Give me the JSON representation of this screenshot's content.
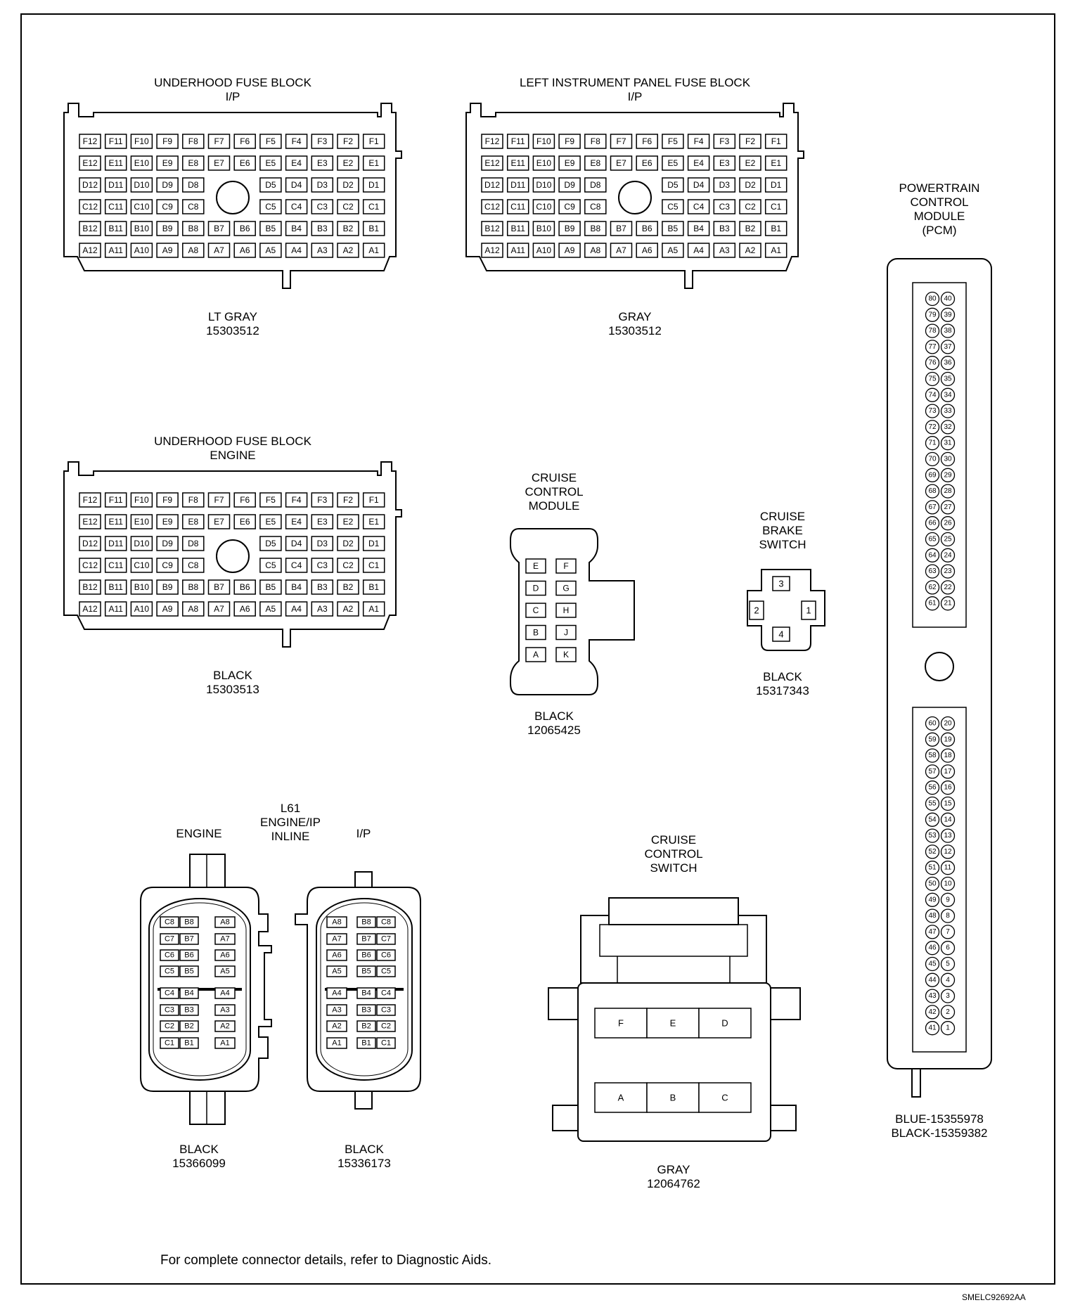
{
  "underhood_ip": {
    "title_1": "UNDERHOOD FUSE BLOCK",
    "title_2": "I/P",
    "color": "LT GRAY",
    "part": "15303512",
    "rows": [
      [
        "F12",
        "F11",
        "F10",
        "F9",
        "F8",
        "F7",
        "F6",
        "F5",
        "F4",
        "F3",
        "F2",
        "F1"
      ],
      [
        "E12",
        "E11",
        "E10",
        "E9",
        "E8",
        "E7",
        "E6",
        "E5",
        "E4",
        "E3",
        "E2",
        "E1"
      ],
      [
        "D12",
        "D11",
        "D10",
        "D9",
        "D8",
        "",
        "",
        "D5",
        "D4",
        "D3",
        "D2",
        "D1"
      ],
      [
        "C12",
        "C11",
        "C10",
        "C9",
        "C8",
        "",
        "",
        "C5",
        "C4",
        "C3",
        "C2",
        "C1"
      ],
      [
        "B12",
        "B11",
        "B10",
        "B9",
        "B8",
        "B7",
        "B6",
        "B5",
        "B4",
        "B3",
        "B2",
        "B1"
      ],
      [
        "A12",
        "A11",
        "A10",
        "A9",
        "A8",
        "A7",
        "A6",
        "A5",
        "A4",
        "A3",
        "A2",
        "A1"
      ]
    ]
  },
  "left_ip": {
    "title_1": "LEFT INSTRUMENT PANEL FUSE BLOCK",
    "title_2": "I/P",
    "color": "GRAY",
    "part": "15303512",
    "rows": [
      [
        "F12",
        "F11",
        "F10",
        "F9",
        "F8",
        "F7",
        "F6",
        "F5",
        "F4",
        "F3",
        "F2",
        "F1"
      ],
      [
        "E12",
        "E11",
        "E10",
        "E9",
        "E8",
        "E7",
        "E6",
        "E5",
        "E4",
        "E3",
        "E2",
        "E1"
      ],
      [
        "D12",
        "D11",
        "D10",
        "D9",
        "D8",
        "",
        "",
        "D5",
        "D4",
        "D3",
        "D2",
        "D1"
      ],
      [
        "C12",
        "C11",
        "C10",
        "C9",
        "C8",
        "",
        "",
        "C5",
        "C4",
        "C3",
        "C2",
        "C1"
      ],
      [
        "B12",
        "B11",
        "B10",
        "B9",
        "B8",
        "B7",
        "B6",
        "B5",
        "B4",
        "B3",
        "B2",
        "B1"
      ],
      [
        "A12",
        "A11",
        "A10",
        "A9",
        "A8",
        "A7",
        "A6",
        "A5",
        "A4",
        "A3",
        "A2",
        "A1"
      ]
    ]
  },
  "underhood_engine": {
    "title_1": "UNDERHOOD FUSE BLOCK",
    "title_2": "ENGINE",
    "color": "BLACK",
    "part": "15303513",
    "rows": [
      [
        "F12",
        "F11",
        "F10",
        "F9",
        "F8",
        "F7",
        "F6",
        "F5",
        "F4",
        "F3",
        "F2",
        "F1"
      ],
      [
        "E12",
        "E11",
        "E10",
        "E9",
        "E8",
        "E7",
        "E6",
        "E5",
        "E4",
        "E3",
        "E2",
        "E1"
      ],
      [
        "D12",
        "D11",
        "D10",
        "D9",
        "D8",
        "",
        "",
        "D5",
        "D4",
        "D3",
        "D2",
        "D1"
      ],
      [
        "C12",
        "C11",
        "C10",
        "C9",
        "C8",
        "",
        "",
        "C5",
        "C4",
        "C3",
        "C2",
        "C1"
      ],
      [
        "B12",
        "B11",
        "B10",
        "B9",
        "B8",
        "B7",
        "B6",
        "B5",
        "B4",
        "B3",
        "B2",
        "B1"
      ],
      [
        "A12",
        "A11",
        "A10",
        "A9",
        "A8",
        "A7",
        "A6",
        "A5",
        "A4",
        "A3",
        "A2",
        "A1"
      ]
    ]
  },
  "pcm": {
    "title": [
      "POWERTRAIN",
      "CONTROL",
      "MODULE",
      "(PCM)"
    ],
    "color_1": "BLUE-15355978",
    "color_2": "BLACK-15359382",
    "upper_left": [
      "80",
      "79",
      "78",
      "77",
      "76",
      "75",
      "74",
      "73",
      "72",
      "71",
      "70",
      "69",
      "68",
      "67",
      "66",
      "65",
      "64",
      "63",
      "62",
      "61"
    ],
    "upper_right": [
      "40",
      "39",
      "38",
      "37",
      "36",
      "35",
      "34",
      "33",
      "32",
      "31",
      "30",
      "29",
      "28",
      "27",
      "26",
      "25",
      "24",
      "23",
      "22",
      "21"
    ],
    "lower_left": [
      "60",
      "59",
      "58",
      "57",
      "56",
      "55",
      "54",
      "53",
      "52",
      "51",
      "50",
      "49",
      "48",
      "47",
      "46",
      "45",
      "44",
      "43",
      "42",
      "41"
    ],
    "lower_right": [
      "20",
      "19",
      "18",
      "17",
      "16",
      "15",
      "14",
      "13",
      "12",
      "11",
      "10",
      "9",
      "8",
      "7",
      "6",
      "5",
      "4",
      "3",
      "2",
      "1"
    ]
  },
  "cruise_module": {
    "title": [
      "CRUISE",
      "CONTROL",
      "MODULE"
    ],
    "color": "BLACK",
    "part": "12065425",
    "left": [
      "E",
      "D",
      "C",
      "B",
      "A"
    ],
    "right": [
      "F",
      "G",
      "H",
      "J",
      "K"
    ]
  },
  "brake_switch": {
    "title": [
      "CRUISE",
      "BRAKE",
      "SWITCH"
    ],
    "color": "BLACK",
    "part": "15317343",
    "pins": [
      "3",
      "2",
      "1",
      "4"
    ]
  },
  "inline": {
    "engine_label": "ENGINE",
    "title": [
      "L61",
      "ENGINE/IP",
      "INLINE"
    ],
    "ip_label": "I/P",
    "engine_color": "BLACK",
    "engine_part": "15366099",
    "ip_color": "BLACK",
    "ip_part": "15336173",
    "engine_rows": [
      [
        "C8",
        "B8",
        "A8"
      ],
      [
        "C7",
        "B7",
        "A7"
      ],
      [
        "C6",
        "B6",
        "A6"
      ],
      [
        "C5",
        "B5",
        "A5"
      ],
      [
        "C4",
        "B4",
        "A4"
      ],
      [
        "C3",
        "B3",
        "A3"
      ],
      [
        "C2",
        "B2",
        "A2"
      ],
      [
        "C1",
        "B1",
        "A1"
      ]
    ],
    "ip_rows": [
      [
        "A8",
        "B8",
        "C8"
      ],
      [
        "A7",
        "B7",
        "C7"
      ],
      [
        "A6",
        "B6",
        "C6"
      ],
      [
        "A5",
        "B5",
        "C5"
      ],
      [
        "A4",
        "B4",
        "C4"
      ],
      [
        "A3",
        "B3",
        "C3"
      ],
      [
        "A2",
        "B2",
        "C2"
      ],
      [
        "A1",
        "B1",
        "C1"
      ]
    ]
  },
  "cruise_switch": {
    "title": [
      "CRUISE",
      "CONTROL",
      "SWITCH"
    ],
    "color": "GRAY",
    "part": "12064762",
    "top_pins": [
      "F",
      "E",
      "D"
    ],
    "bottom_pins": [
      "A",
      "B",
      "C"
    ]
  },
  "footnote": "For complete connector details, refer to Diagnostic Aids.",
  "figure_id": "SMELC92692AA"
}
